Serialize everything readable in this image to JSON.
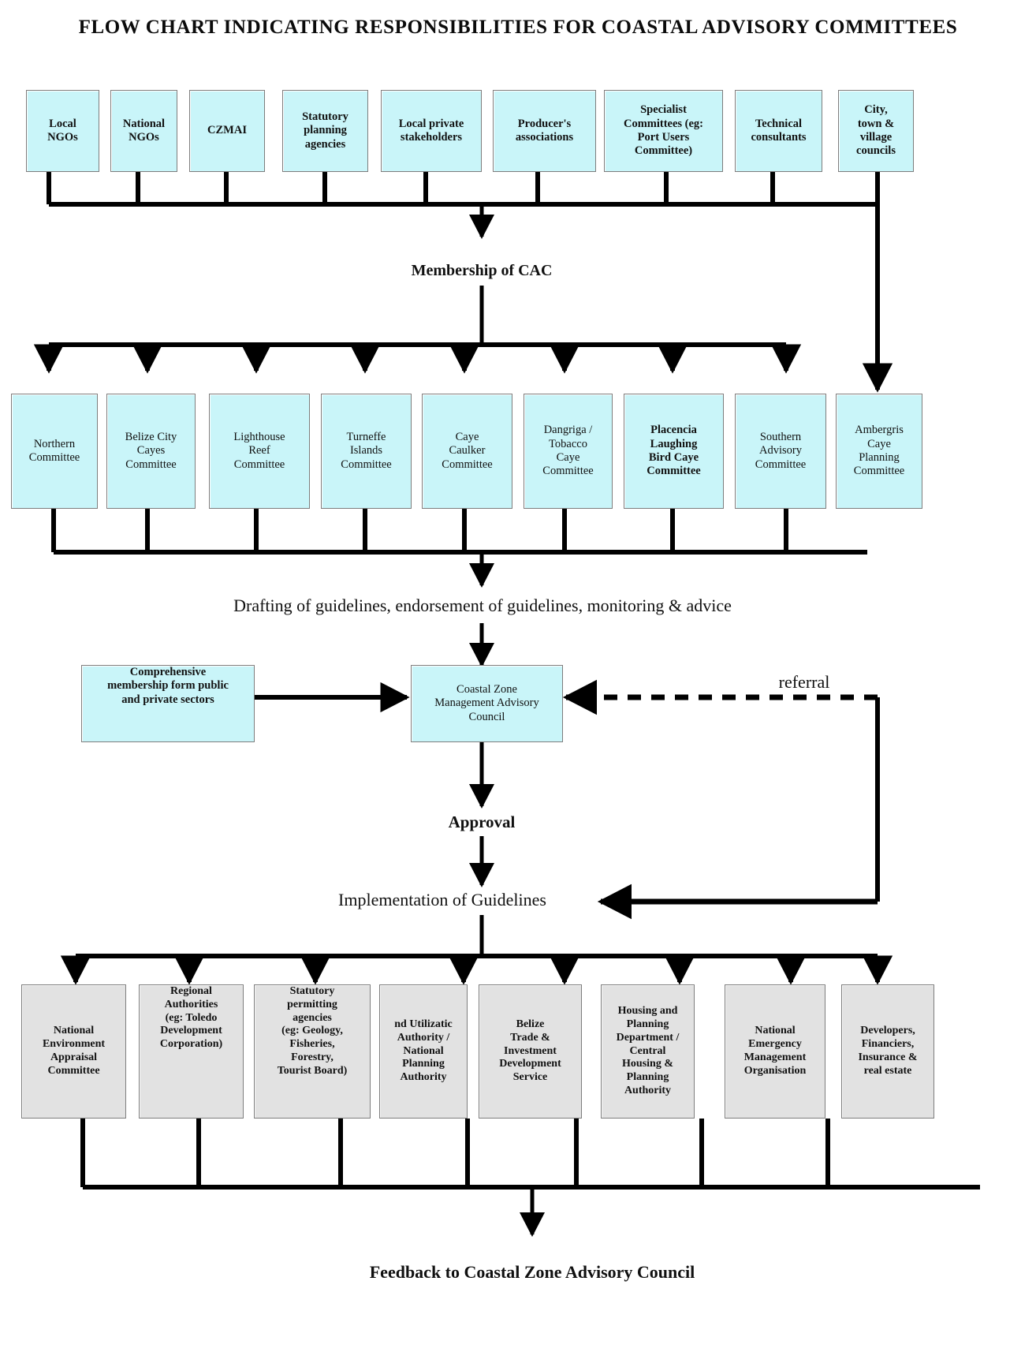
{
  "title": "FLOW  CHART  INDICATING  RESPONSIBILITIES FOR COASTAL  ADVISORY COMMITTEES",
  "colors": {
    "cyan_fill": "#c9f5f9",
    "grey_fill": "#e2e2e2",
    "box_border": "#7d7d7d",
    "connector": "#000000",
    "text": "#101010"
  },
  "chart_data": {
    "type": "diagram",
    "title": "FLOW  CHART  INDICATING  RESPONSIBILITIES FOR COASTAL  ADVISORY COMMITTEES",
    "orientation": "top-to-bottom",
    "tiers": [
      {
        "name": "stakeholder-inputs",
        "style": "cyan",
        "nodes": [
          "Local NGOs",
          "National NGOs",
          "CZMAI",
          "Statutory planning agencies",
          "Local private stakeholders",
          "Producer's associations",
          "Specialist Committees (eg: Port Users Committee)",
          "Technical consultants",
          "City, town & village councils"
        ]
      },
      {
        "name": "coastal-advisory-committees",
        "style": "cyan",
        "nodes": [
          "Northern Committee",
          "Belize City Cayes Committee",
          "Lighthouse Reef Committee",
          "Turneffe Islands Committee",
          "Caye Caulker Committee",
          "Dangriga / Tobacco Caye Committee",
          "Placencia Laughing Bird Caye Committee",
          "Southern Advisory Committee",
          "Ambergris Caye Planning Committee"
        ]
      },
      {
        "name": "implementing-agencies",
        "style": "grey",
        "nodes": [
          "National Environment Appraisal Committee",
          "Regional Authorities (eg: Toledo Development Corporation)",
          "Statutory permitting agencies (eg: Geology, Fisheries, Forestry, Tourist Board)",
          "nd Utilizatic Authority / National Planning Authority",
          "Belize Trade & Investment Development Service",
          "Housing and Planning Department / Central Housing & Planning Authority",
          "National Emergency Management Organisation",
          "Developers, Financiers, Insurance & real estate"
        ]
      }
    ],
    "process_labels": [
      "Membership of CAC",
      "Drafting of guidelines, endorsement of guidelines, monitoring & advice",
      "Approval",
      "Implementation of Guidelines",
      "Feedback to Coastal Zone Advisory Council",
      "referral"
    ],
    "edges": [
      {
        "from": "stakeholder-inputs",
        "to": "Membership of CAC",
        "style": "solid"
      },
      {
        "from": "Membership of CAC",
        "to": "coastal-advisory-committees",
        "style": "solid"
      },
      {
        "from": "coastal-advisory-committees",
        "to": "Drafting of guidelines, endorsement of guidelines, monitoring & advice",
        "style": "solid"
      },
      {
        "from": "Drafting of guidelines, endorsement of guidelines, monitoring & advice",
        "to": "Coastal Zone Management Advisory Council",
        "style": "solid"
      },
      {
        "from": "Comprehensive membership form public and private sectors",
        "to": "Coastal Zone Management Advisory Council",
        "style": "solid"
      },
      {
        "from": "Ambergris Caye Planning Committee",
        "to": "Coastal Zone Management Advisory Council",
        "style": "dashed",
        "label": "referral"
      },
      {
        "from": "Coastal Zone Management Advisory Council",
        "to": "Approval",
        "style": "solid"
      },
      {
        "from": "Approval",
        "to": "Implementation of Guidelines",
        "style": "solid"
      },
      {
        "from": "Ambergris Caye Planning Committee",
        "to": "Implementation of Guidelines",
        "style": "solid"
      },
      {
        "from": "Implementation of Guidelines",
        "to": "implementing-agencies",
        "style": "solid"
      },
      {
        "from": "implementing-agencies",
        "to": "Feedback to Coastal Zone Advisory Council",
        "style": "solid"
      }
    ]
  },
  "tier1": {
    "n0": "Local\nNGOs",
    "n1": "National\nNGOs",
    "n2": "CZMAI",
    "n3": "Statutory\nplanning\nagencies",
    "n4": "Local private\nstakeholders",
    "n5": "Producer's\nassociations",
    "n6": "Specialist\nCommittees (eg:\nPort Users\nCommittee)",
    "n7": "Technical\nconsultants",
    "n8": "City,\ntown &\nvillage\ncouncils"
  },
  "tier2": {
    "n0": "Northern\nCommittee",
    "n1": "Belize City\nCayes\nCommittee",
    "n2": "Lighthouse\nReef\nCommittee",
    "n3": "Turneffe\nIslands\nCommittee",
    "n4": "Caye\nCaulker\nCommittee",
    "n5": "Dangriga /\nTobacco\nCaye\nCommittee",
    "n6": "Placencia\nLaughing\nBird Caye\nCommittee",
    "n7": "Southern\nAdvisory\nCommittee",
    "n8": "Ambergris\nCaye\nPlanning\nCommittee"
  },
  "tier3": {
    "n0": "National\nEnvironment\nAppraisal\nCommittee",
    "n1": "Regional\nAuthorities\n(eg: Toledo\nDevelopment\nCorporation)",
    "n2": "Statutory\npermitting\nagencies\n(eg: Geology,\nFisheries,\nForestry,\nTourist Board)",
    "n3": "nd Utilizatic\nAuthority /\nNational\nPlanning\nAuthority",
    "n4": "Belize\nTrade &\nInvestment\nDevelopment\nService",
    "n5": "Housing and\nPlanning\nDepartment /\nCentral\nHousing &\nPlanning\nAuthority",
    "n6": "National\nEmergency\nManagement\nOrganisation",
    "n7": "Developers,\nFinanciers,\nInsurance &\nreal estate"
  },
  "mid": {
    "membership_of_cac": "Membership of CAC",
    "drafting": "Drafting of guidelines, endorsement of guidelines, monitoring & advice",
    "comprehensive": "Comprehensive\nmembership  form  public\nand private sectors",
    "czmac": "Coastal Zone\nManagement Advisory\nCouncil",
    "referral": "referral",
    "approval": "Approval",
    "implementation": "Implementation of Guidelines",
    "feedback": "Feedback to Coastal Zone Advisory Council"
  }
}
